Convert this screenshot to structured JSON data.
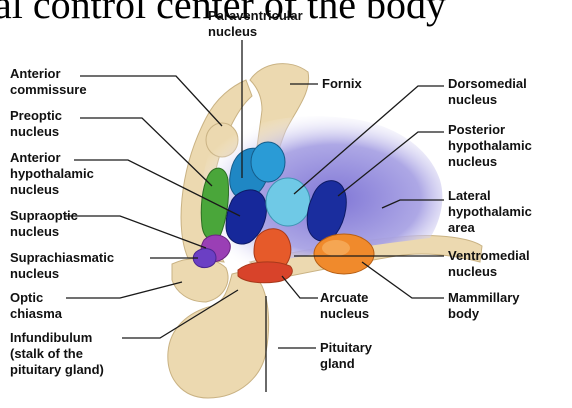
{
  "title_fragment": "al control center of the body",
  "labels": {
    "paraventricular": [
      "Paraventricular",
      "nucleus"
    ],
    "anterior_commissure": [
      "Anterior",
      "commissure"
    ],
    "fornix": [
      "Fornix"
    ],
    "dorsomedial": [
      "Dorsomedial",
      "nucleus"
    ],
    "preoptic": [
      "Preoptic",
      "nucleus"
    ],
    "posterior_hypothalamic": [
      "Posterior",
      "hypothalamic",
      "nucleus"
    ],
    "anterior_hypothalamic": [
      "Anterior",
      "hypothalamic",
      "nucleus"
    ],
    "lateral_hypothalamic": [
      "Lateral",
      "hypothalamic",
      "area"
    ],
    "supraoptic": [
      "Supraoptic",
      "nucleus"
    ],
    "suprachiasmatic": [
      "Suprachiasmatic",
      "nucleus"
    ],
    "ventromedial": [
      "Ventromedial",
      "nucleus"
    ],
    "optic_chiasma": [
      "Optic",
      "chiasma"
    ],
    "mammillary": [
      "Mammillary",
      "body"
    ],
    "arcuate": [
      "Arcuate",
      "nucleus"
    ],
    "infundibulum": [
      "Infundibulum",
      "(stalk of the",
      "pituitary gland)"
    ],
    "pituitary": [
      "Pituitary",
      "gland"
    ]
  },
  "colors": {
    "tissue": "#ecd9b0",
    "tissue_edge": "#c9b283",
    "area_violet": "#8c86d8",
    "preoptic_green": "#4aa63a",
    "supraoptic_purple": "#9a3fb5",
    "suprachiasmatic_violet": "#6b3fc4",
    "anterior_hyp_navy": "#16289a",
    "paraventricular_blue": "#1f87c4",
    "dorsomedial_lightblue": "#6fc9e6",
    "posterior_hyp_navy": "#1a2d9e",
    "ventromedial_red": "#e65a2a",
    "arcuate_red": "#d8432a",
    "mammillary_orange": "#f08a2c"
  }
}
